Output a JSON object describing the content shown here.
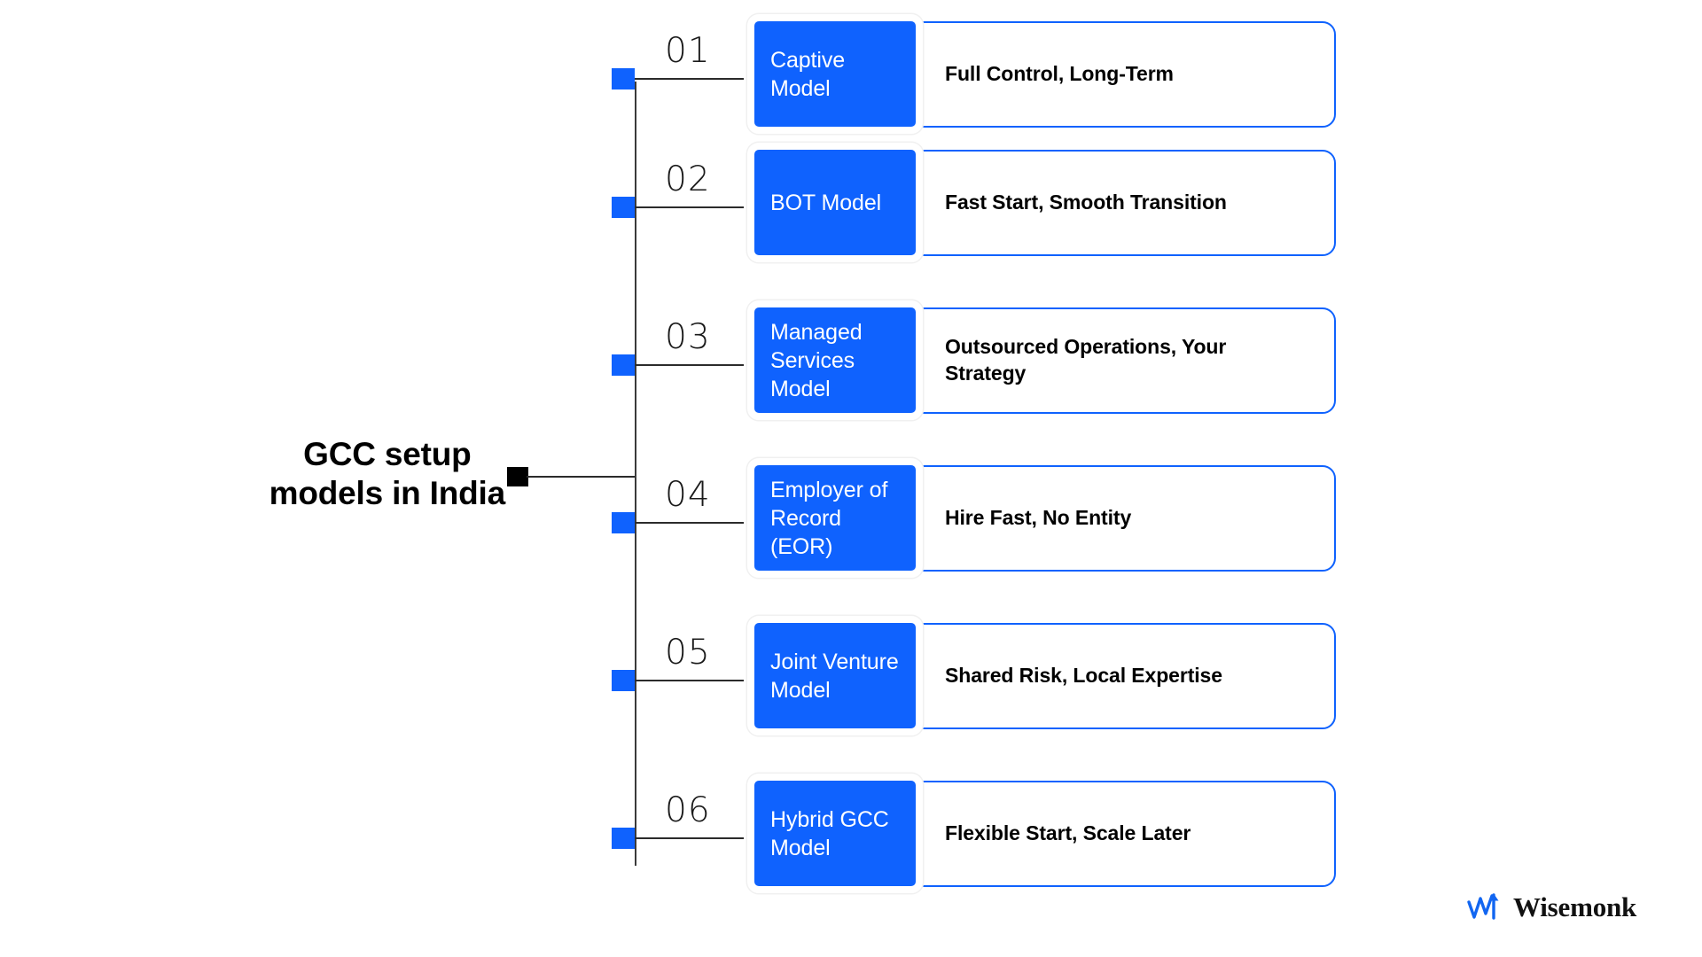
{
  "title": "GCC setup models in India",
  "hub": {
    "label": "GCC setup\nmodels in India"
  },
  "colors": {
    "accent_blue": "#0f62fe",
    "hub_square": "#000000",
    "card_border": "#0f62fe",
    "text_dark": "#000000",
    "background": "#ffffff"
  },
  "rows": [
    {
      "number": "01",
      "model": "Captive Model",
      "detail": "Full Control, Long-Term"
    },
    {
      "number": "02",
      "model": "BOT Model",
      "detail": "Fast Start, Smooth Transition"
    },
    {
      "number": "03",
      "model": "Managed\nServices Model",
      "detail": "Outsourced Operations, Your\nStrategy"
    },
    {
      "number": "04",
      "model": "Employer of\nRecord (EOR)",
      "detail": "Hire Fast, No Entity"
    },
    {
      "number": "05",
      "model": "Joint Venture\nModel",
      "detail": "Shared Risk, Local Expertise"
    },
    {
      "number": "06",
      "model": "Hybrid GCC\nModel",
      "detail": "Flexible Start, Scale Later"
    }
  ],
  "logo": {
    "name": "Wisemonk",
    "mark": "upward-arrow-zigzag-icon"
  }
}
